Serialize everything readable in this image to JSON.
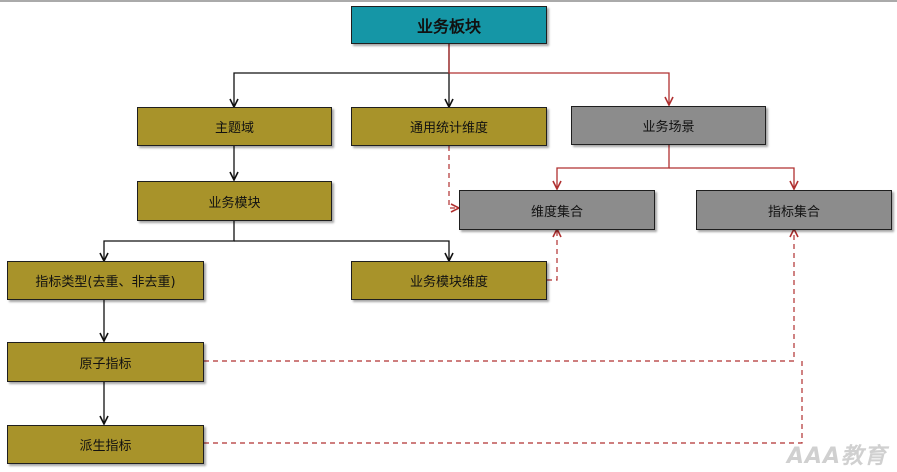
{
  "nodes": {
    "business_block": "业务板块",
    "subject_domain": "主题域",
    "common_stat_dimension": "通用统计维度",
    "business_scenario": "业务场景",
    "business_module": "业务模块",
    "dimension_set": "维度集合",
    "metric_set": "指标集合",
    "metric_type": "指标类型(去重、非去重)",
    "business_module_dimension": "业务模块维度",
    "atomic_metric": "原子指标",
    "derived_metric": "派生指标"
  },
  "watermark": "AAA教育",
  "colors": {
    "teal": "#1596a6",
    "olive": "#a8932a",
    "gray": "#8c8c8c",
    "arrow_black": "#111111",
    "arrow_red": "#b03030"
  }
}
